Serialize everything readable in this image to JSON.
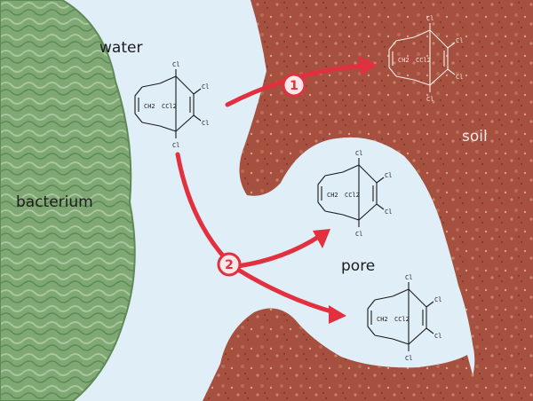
{
  "labels": {
    "water": "water",
    "soil": "soil",
    "bacterium": "bacterium",
    "pore": "pore"
  },
  "pathways": [
    {
      "number": "1"
    },
    {
      "number": "2"
    }
  ],
  "molecule": {
    "bridge": "CH2",
    "bridge2": "CCl2",
    "chlorine": "Cl"
  },
  "colors": {
    "water": "#dfeef7",
    "bacterium": "#7fa874",
    "soil": "#a6503f",
    "arrow": "#e2303f"
  }
}
